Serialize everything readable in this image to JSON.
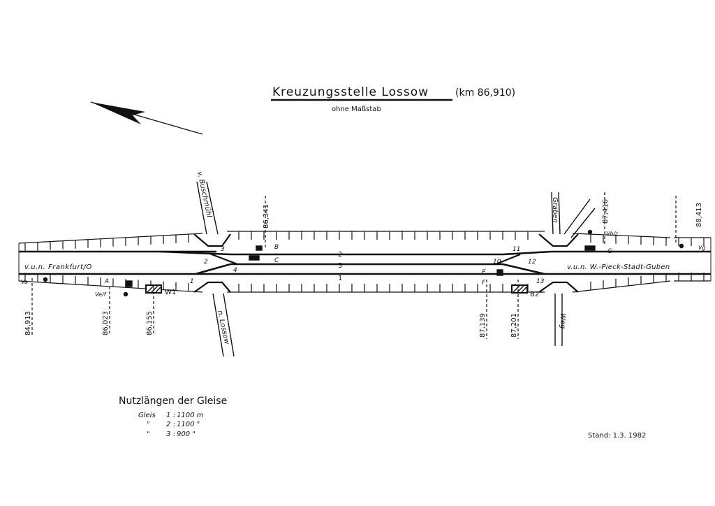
{
  "title": {
    "main": "Kreuzungsstelle Lossow",
    "km": "(km 86,910)",
    "subtitle": "ohne Maßstab"
  },
  "directions": {
    "left": "v.u.n. Frankfurt/O",
    "right": "v.u.n. W.-Pieck-Stadt-Guben"
  },
  "roads": {
    "top_left": "v. Buschmühl",
    "bottom_left": "n. Lossow",
    "top_right": "Graben",
    "bottom_right": "Weg"
  },
  "track_numbers": [
    "1",
    "2",
    "3"
  ],
  "switch_numbers": [
    "1",
    "2",
    "3",
    "4",
    "10",
    "11",
    "12",
    "13"
  ],
  "signals": [
    "A",
    "B",
    "C",
    "E",
    "F",
    "G",
    "Va",
    "Vb/c",
    "Ve/f",
    "Vg"
  ],
  "buildings": [
    "W1",
    "B2"
  ],
  "kilometer_marks": [
    "84,913",
    "86,023",
    "86,155",
    "86,341",
    "87,139",
    "87,201",
    "87,416",
    "88,413"
  ],
  "legend": {
    "heading": "Nutzlängen der Gleise",
    "rows": [
      {
        "label": "Gleis",
        "track": "1",
        "length": "1100 m"
      },
      {
        "label": "\"",
        "track": "2",
        "length": "1100 \""
      },
      {
        "label": "\"",
        "track": "3",
        "length": "900 \""
      }
    ]
  },
  "stand": "Stand: 1.3. 1982"
}
